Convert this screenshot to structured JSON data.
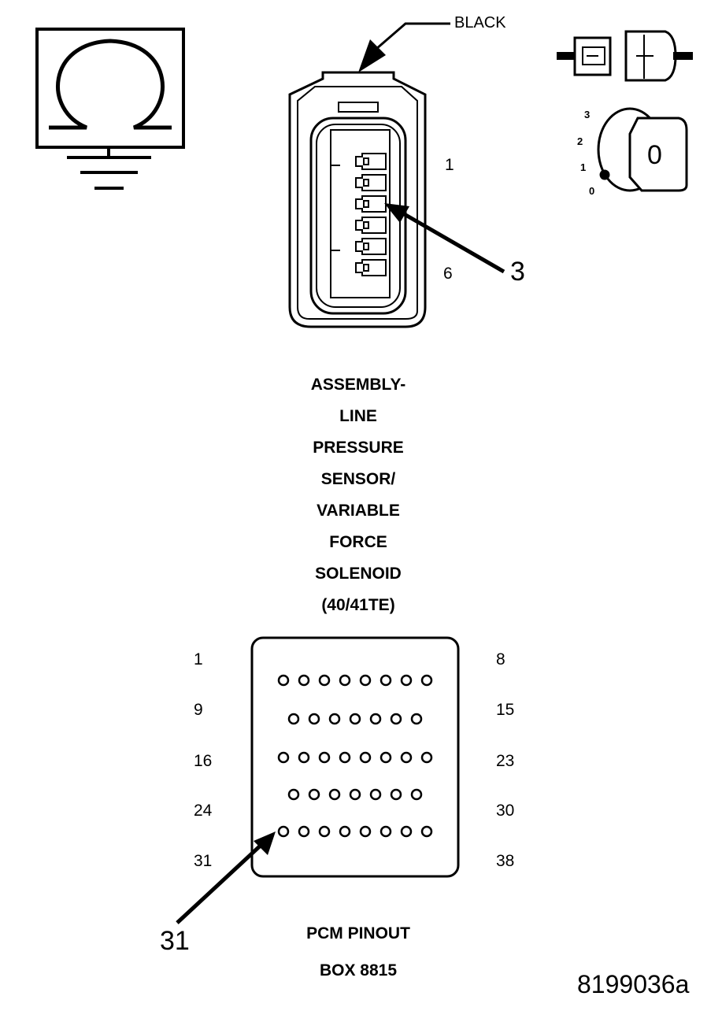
{
  "connector": {
    "color_label": "BLACK",
    "pin_first": "1",
    "pin_last": "6",
    "callout": "3",
    "title_lines": [
      "ASSEMBLY-",
      "LINE",
      "PRESSURE",
      "SENSOR/",
      "VARIABLE",
      "FORCE",
      "SOLENOID",
      "(40/41TE)"
    ]
  },
  "ignition_key": {
    "positions": [
      "3",
      "2",
      "1",
      "0"
    ],
    "key_label": "0"
  },
  "pcm_box": {
    "rows": [
      {
        "left": "1",
        "right": "8",
        "count": 8
      },
      {
        "left": "9",
        "right": "15",
        "count": 7
      },
      {
        "left": "16",
        "right": "23",
        "count": 8
      },
      {
        "left": "24",
        "right": "30",
        "count": 7
      },
      {
        "left": "31",
        "right": "38",
        "count": 8
      }
    ],
    "callout": "31",
    "title_lines": [
      "PCM PINOUT",
      "BOX 8815"
    ]
  },
  "figure_id": "8199036a"
}
